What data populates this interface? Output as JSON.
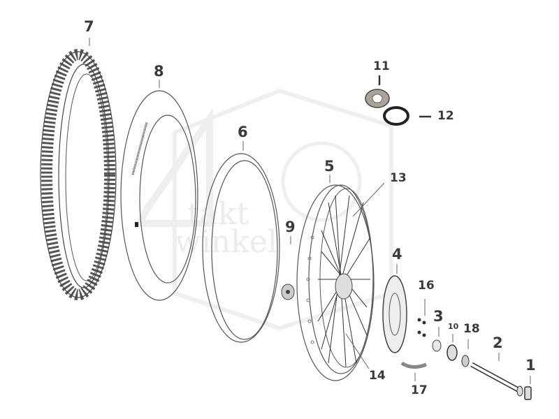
{
  "diagram": {
    "type": "exploded-parts-view",
    "subject": "front wheel assembly",
    "watermark": {
      "line1": "takt",
      "line2": "winkel",
      "numeral": "4"
    },
    "colors": {
      "line": "#4a4a4a",
      "label": "#3a3a3a",
      "watermark": "#ececec",
      "background": "#ffffff"
    },
    "callouts": [
      {
        "id": "1",
        "label": "1"
      },
      {
        "id": "2",
        "label": "2"
      },
      {
        "id": "3",
        "label": "3"
      },
      {
        "id": "4",
        "label": "4"
      },
      {
        "id": "5",
        "label": "5"
      },
      {
        "id": "6",
        "label": "6"
      },
      {
        "id": "7",
        "label": "7"
      },
      {
        "id": "8",
        "label": "8"
      },
      {
        "id": "9",
        "label": "9"
      },
      {
        "id": "10",
        "label": "10"
      },
      {
        "id": "11",
        "label": "11"
      },
      {
        "id": "12",
        "label": "12"
      },
      {
        "id": "13",
        "label": "13"
      },
      {
        "id": "14",
        "label": "14"
      },
      {
        "id": "16",
        "label": "16"
      },
      {
        "id": "17",
        "label": "17"
      },
      {
        "id": "18",
        "label": "18"
      }
    ]
  }
}
